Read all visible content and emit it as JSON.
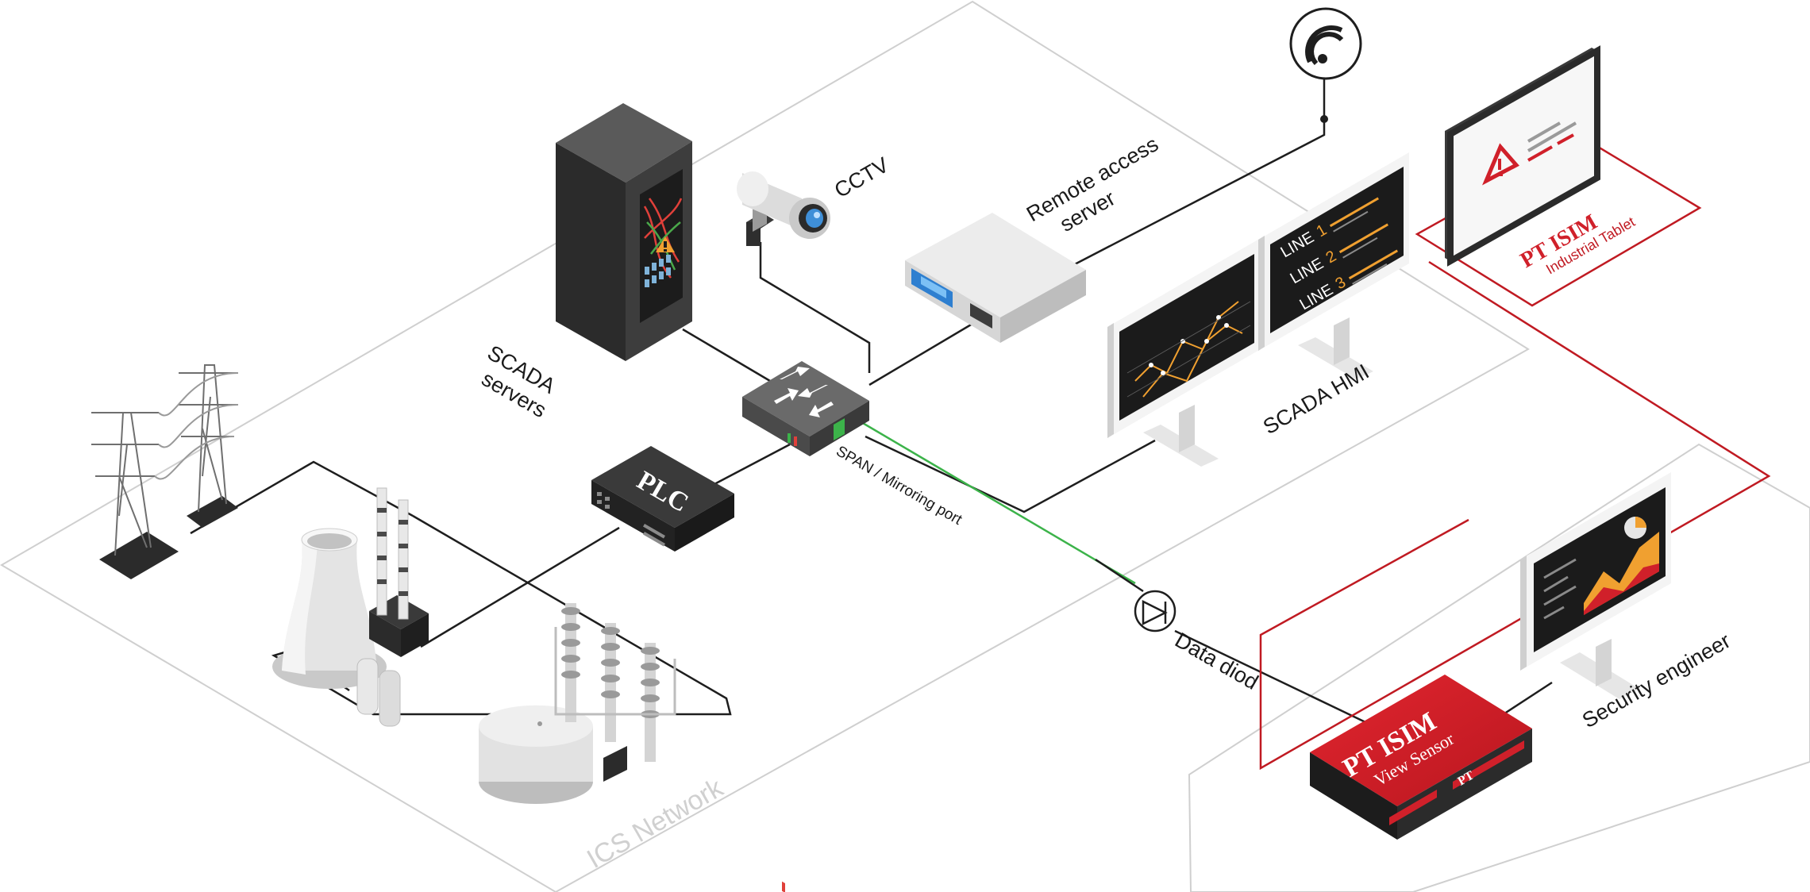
{
  "labels": {
    "scada_servers": [
      "SCADA",
      "servers"
    ],
    "cctv": "CCTV",
    "remote_access": [
      "Remote access",
      "server"
    ],
    "scada_hmi": "SCADA HMI",
    "plc": "PLC",
    "span_port": "SPAN / Mirroring port",
    "data_diod": "Data diod",
    "ics_network": "ICS Network",
    "security_engineer": "Security engineer",
    "tablet_brand": "PT ISIM",
    "tablet_sub": "Industrial Tablet",
    "sensor_brand": "PT ISIM",
    "sensor_sub": "View Sensor",
    "sensor_logo": "PT"
  },
  "hmi_lines": [
    {
      "word": "LINE",
      "num": "1"
    },
    {
      "word": "LINE",
      "num": "2"
    },
    {
      "word": "LINE",
      "num": "3"
    }
  ],
  "colors": {
    "accent_red": "#d0202a",
    "mirror_green": "#3cb34a",
    "panel_orange": "#f0a030",
    "dark_device": "#2d2d2d"
  },
  "icons": [
    "wifi-icon",
    "warning-icon",
    "switch-arrows-icon",
    "diode-icon"
  ]
}
